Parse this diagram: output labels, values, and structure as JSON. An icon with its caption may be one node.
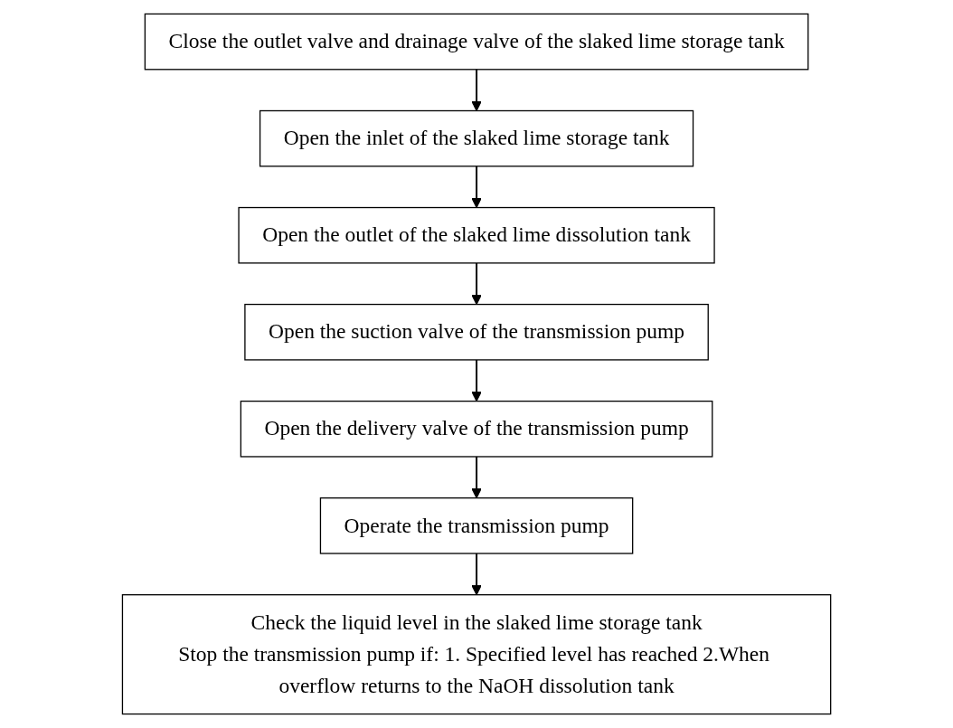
{
  "diagram": {
    "nodes": [
      {
        "text": [
          "Close the outlet valve and drainage valve of the slaked lime storage tank"
        ]
      },
      {
        "text": [
          "Open the inlet of the slaked lime storage tank"
        ]
      },
      {
        "text": [
          "Open the outlet of the slaked lime dissolution tank"
        ]
      },
      {
        "text": [
          "Open the suction valve of the transmission pump"
        ]
      },
      {
        "text": [
          "Open the delivery valve of the transmission pump"
        ]
      },
      {
        "text": [
          "Operate the transmission pump"
        ]
      },
      {
        "text": [
          "Check the liquid level in the slaked lime storage tank",
          "Stop the transmission pump if: 1. Specified level has reached 2.When overflow returns to the NaOH dissolution tank"
        ]
      }
    ],
    "edges": [
      {
        "from": 0,
        "to": 1,
        "arrow": "to"
      },
      {
        "from": 1,
        "to": 2,
        "arrow": "to"
      },
      {
        "from": 2,
        "to": 3,
        "arrow": "to"
      },
      {
        "from": 3,
        "to": 4,
        "arrow": "to"
      },
      {
        "from": 4,
        "to": 5,
        "arrow": "to"
      },
      {
        "from": 5,
        "to": 6,
        "arrow": "to"
      }
    ]
  }
}
